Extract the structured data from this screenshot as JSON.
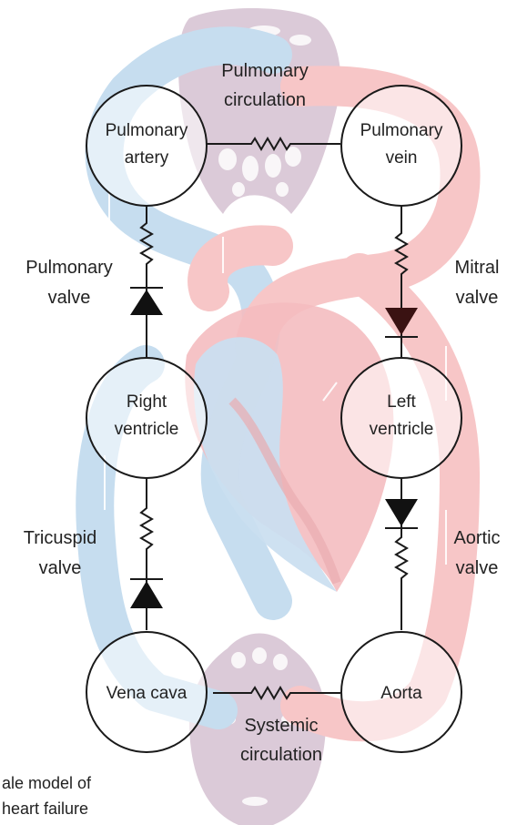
{
  "nodes": {
    "pulmonary_artery": [
      "Pulmonary",
      "artery"
    ],
    "pulmonary_vein": [
      "Pulmonary",
      "vein"
    ],
    "right_ventricle": [
      "Right",
      "ventricle"
    ],
    "left_ventricle": [
      "Left",
      "ventricle"
    ],
    "vena_cava": [
      "Vena cava"
    ],
    "aorta": [
      "Aorta"
    ]
  },
  "labels": {
    "pulmonary_circulation": [
      "Pulmonary",
      "circulation"
    ],
    "systemic_circulation": [
      "Systemic",
      "circulation"
    ],
    "pulmonary_valve": [
      "Pulmonary",
      "valve"
    ],
    "mitral_valve": [
      "Mitral",
      "valve"
    ],
    "tricuspid_valve": [
      "Tricuspid",
      "valve"
    ],
    "aortic_valve": [
      "Aortic",
      "valve"
    ]
  },
  "footer": [
    "ale model of",
    "heart  failure"
  ],
  "colors": {
    "deoxygenated": "#c3dcef",
    "oxygenated": "#f7c3c4",
    "capillary": "#d9c6d3",
    "heart_wall": "#f2b3b6",
    "line": "#1a1a1a",
    "valve_left": "#3a1212"
  }
}
